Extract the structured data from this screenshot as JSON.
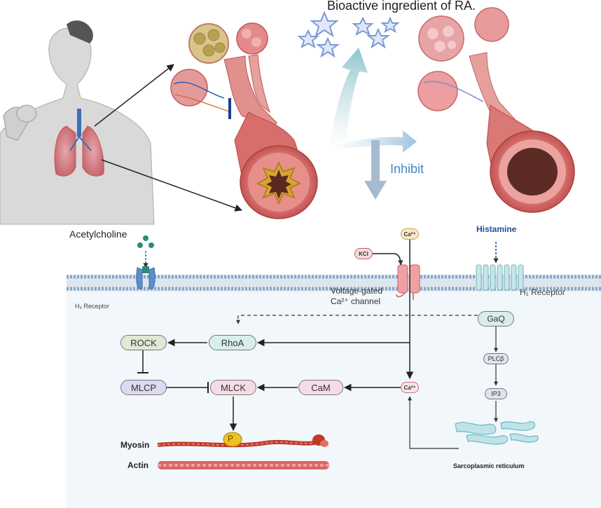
{
  "header": {
    "title": "Bioactive ingredient of RA."
  },
  "arrows": {
    "inhibit_label": "Inhibit"
  },
  "membrane": {
    "acetylcholine": "Acetylcholine",
    "histamine": "Histamine",
    "kcl": "KCl",
    "ca_ion": "Ca²⁺",
    "voltage_gated_line1": "Voltage-gated",
    "voltage_gated_line2": "Ca²⁺ channel",
    "h1_receptor": "H₁ Receptor",
    "h2_receptor": "H₂ Receptor"
  },
  "pathway": {
    "rock": "ROCK",
    "rhoa": "RhoA",
    "mlcp": "MLCP",
    "mlck": "MLCK",
    "cam": "CaM",
    "ca2": "Ca²⁺",
    "gaq": "GaQ",
    "plcb": "PLCβ",
    "ip3": "IP3",
    "p": "P",
    "myosin": "Myosin",
    "actin": "Actin",
    "sr": "Sarcoplasmic reticulum"
  },
  "colors": {
    "blue_arrow": "#8fc3cf",
    "inhibit_text": "#4a84c4",
    "histamine_text": "#1f4fa0",
    "membrane": "#8aa6c4",
    "cytoplasm": "#f2f7fb",
    "rock_fill": "#dfe9d6",
    "mlcp_fill": "#ddd9f0",
    "mlck_fill": "#f5dce4",
    "cam_fill": "#f6dbe6",
    "gaq_fill": "#d8eeec"
  }
}
